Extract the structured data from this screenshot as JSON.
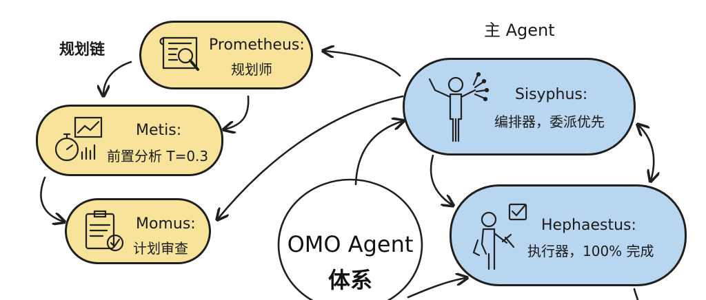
{
  "header": {
    "planning_chain_label": "规划链",
    "main_agent_label": "主 Agent"
  },
  "nodes": {
    "prometheus": {
      "title": "Prometheus:",
      "subtitle": "规划师",
      "icon": "blueprint-magnifier-icon"
    },
    "metis": {
      "title": "Metis:",
      "subtitle": "前置分析 T=0.3",
      "icon": "stopwatch-chart-icon"
    },
    "momus": {
      "title": "Momus:",
      "subtitle": "计划审查",
      "icon": "clipboard-check-icon"
    },
    "sisyphus": {
      "title": "Sisyphus:",
      "subtitle": "编排器，委派优先",
      "icon": "conductor-figure-icon"
    },
    "hephaestus": {
      "title": "Hephaestus:",
      "subtitle": "执行器，100% 完成",
      "icon": "worker-hammer-icon"
    }
  },
  "center": {
    "line1": "OMO Agent",
    "line2": "体系"
  },
  "colors": {
    "planning_fill": "#f7e39a",
    "main_fill": "#b8d6f0",
    "stroke": "#1f1f1f"
  }
}
